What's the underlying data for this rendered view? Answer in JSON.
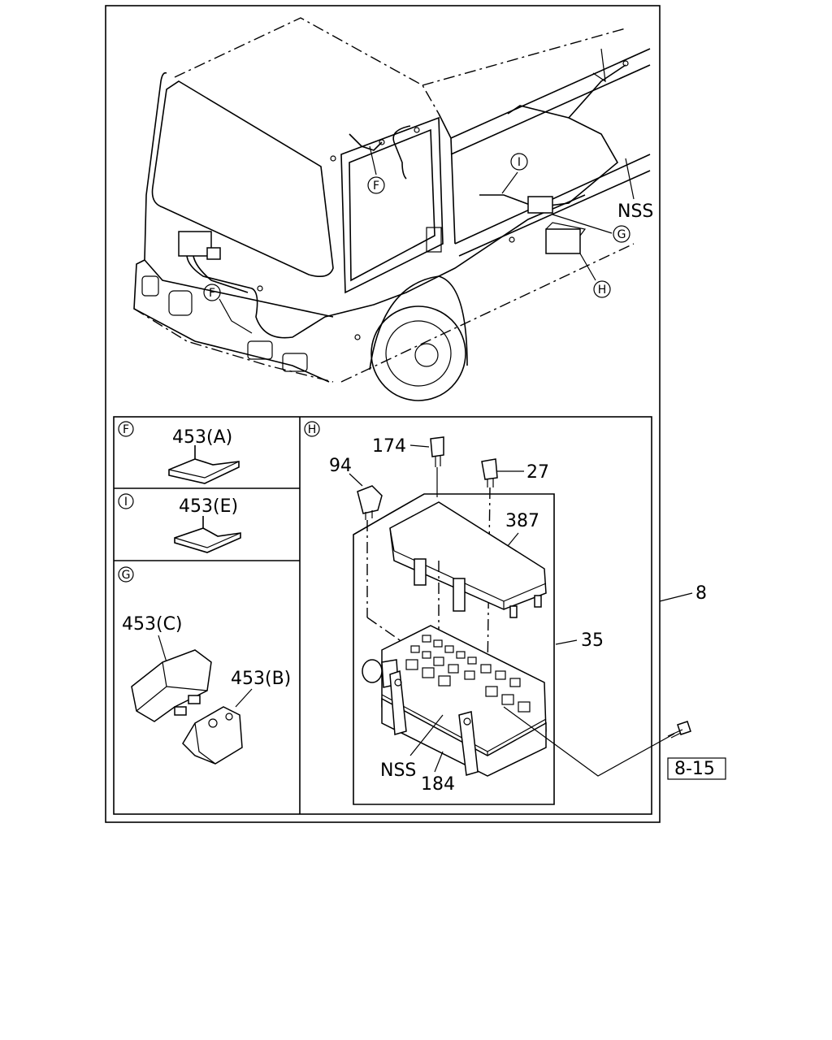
{
  "callouts": {
    "f_top": "F",
    "f_bottom": "F",
    "i_top": "I",
    "g_top": "G",
    "h_top": "H",
    "nss_top": "NSS"
  },
  "panels": {
    "f": {
      "key": "F",
      "part": "453(A)"
    },
    "i": {
      "key": "I",
      "part": "453(E)"
    },
    "g": {
      "key": "G",
      "part_c": "453(C)",
      "part_b": "453(B)"
    },
    "h": {
      "key": "H",
      "p174": "174",
      "p94": "94",
      "p27": "27",
      "p387": "387",
      "p35": "35",
      "nss": "NSS",
      "p184": "184"
    }
  },
  "outer": {
    "p8": "8",
    "ref": "8-15"
  }
}
